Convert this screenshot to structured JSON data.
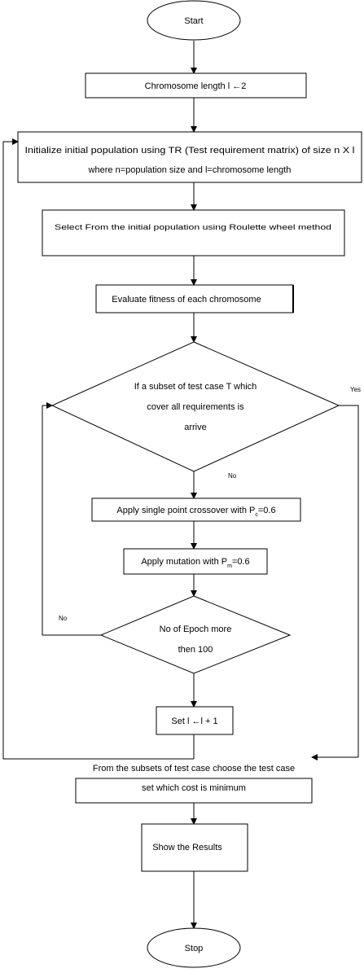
{
  "nodes": {
    "start": "Start",
    "chromosome_length": "Chromosome length l ←2",
    "initialize_line1": "Initialize initial population using TR (Test requirement matrix) of size     n X l",
    "initialize_line2": "where n=population size and l=chromosome length",
    "select": "Select From the initial population using Roulette wheel method",
    "evaluate": "Evaluate fitness of each chromosome",
    "decision1_line1": "If a subset of test case T which",
    "decision1_line2": "cover all requirements is",
    "decision1_line3": "arrive",
    "crossover_prefix": "Apply single point crossover with P",
    "crossover_sub": "c",
    "crossover_suffix": "=0.6",
    "mutation_prefix": "Apply mutation with P",
    "mutation_sub": "m",
    "mutation_suffix": "=0.6",
    "decision2_line1": "No of Epoch more",
    "decision2_line2": "then 100",
    "set_l": "Set l ←l + 1",
    "choose_line1": "From the subsets of test case choose the test case",
    "choose_line2": "set which cost is minimum",
    "show_results": "Show the Results",
    "stop": "Stop"
  },
  "edge_labels": {
    "yes": "Yes",
    "no_decision1": "No",
    "no_decision2": "No"
  }
}
